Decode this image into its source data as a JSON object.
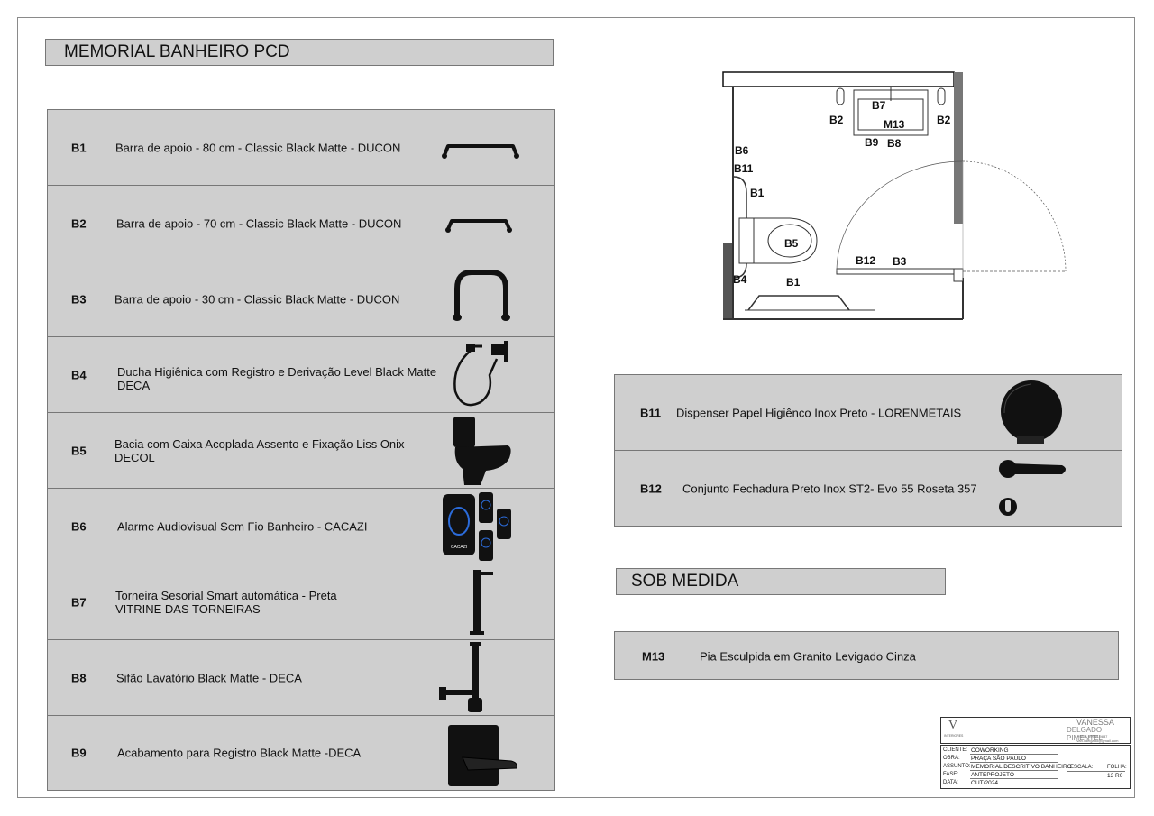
{
  "header": {
    "title": "MEMORIAL BANHEIRO PCD"
  },
  "items": [
    {
      "code": "B1",
      "desc": "Barra de apoio - 80 cm - Classic Black Matte - DUCON",
      "icon": "grab-bar-long-icon"
    },
    {
      "code": "B2",
      "desc": "Barra de apoio - 70 cm - Classic Black Matte - DUCON",
      "icon": "grab-bar-medium-icon"
    },
    {
      "code": "B3",
      "desc": "Barra de apoio - 30 cm - Classic Black Matte - DUCON",
      "icon": "grab-bar-short-icon"
    },
    {
      "code": "B4",
      "desc": "Ducha Higiênica com Registro e Derivação Level Black Matte DECA",
      "icon": "hygienic-shower-icon"
    },
    {
      "code": "B5",
      "desc": "Bacia com Caixa Acoplada Assento e Fixação Liss Onix DECOL",
      "icon": "toilet-icon"
    },
    {
      "code": "B6",
      "desc": "Alarme Audiovisual Sem Fio Banheiro - CACAZI",
      "icon": "alarm-device-icon",
      "brand_mark": "CACAZI"
    },
    {
      "code": "B7",
      "desc": "Torneira Sesorial Smart automática - Preta\nVITRINE DAS TORNEIRAS",
      "icon": "faucet-icon"
    },
    {
      "code": "B8",
      "desc": "Sifão Lavatório  Black Matte - DECA",
      "icon": "siphon-icon"
    },
    {
      "code": "B9",
      "desc": "Acabamento para Registro Black Matte -DECA",
      "icon": "valve-trim-icon"
    }
  ],
  "right_items": [
    {
      "code": "B11",
      "desc": "Dispenser Papel Higiênco Inox Preto - LORENMETAIS",
      "icon": "paper-dispenser-icon"
    },
    {
      "code": "B12",
      "desc": "Conjunto Fechadura Preto Inox ST2- Evo 55 Roseta 357",
      "icon": "door-handle-icon"
    }
  ],
  "custom_section": {
    "title": "SOB MEDIDA"
  },
  "custom_items": [
    {
      "code": "M13",
      "desc": "Pia Esculpida em Granito Levigado Cinza"
    }
  ],
  "plan_labels": {
    "b7": "B7",
    "m13": "M13",
    "b2_left": "B2",
    "b2_right": "B2",
    "b9": "B9",
    "b8": "B8",
    "b6": "B6",
    "b11": "B11",
    "b1_top": "B1",
    "b5": "B5",
    "b12": "B12",
    "b3": "B3",
    "b4": "B4",
    "b1_bottom": "B1"
  },
  "title_block": {
    "logo_mark": "V",
    "logo_sub": "INTERIORES",
    "designer_first": "VANESSA",
    "designer_last": "DELGADO PIMENTEL",
    "phone": "+5511 99999-9837",
    "email": "Van.i.delgado@gmail.com",
    "cliente_label": "CLIENTE:",
    "cliente": "COWORKING",
    "obra_label": "OBRA:",
    "obra": "PRAÇA SÃO PAULO",
    "assunto_label": "ASSUNTO:",
    "assunto": "MEMORIAL DESCRITIVO BANHEIRO",
    "fase_label": "FASE:",
    "fase": "ANTEPROJETO",
    "data_label": "DATA:",
    "data": "OUT/2024",
    "escala_label": "ESCALA:",
    "folha_label": "FOLHA:",
    "folha": "13 R0"
  }
}
